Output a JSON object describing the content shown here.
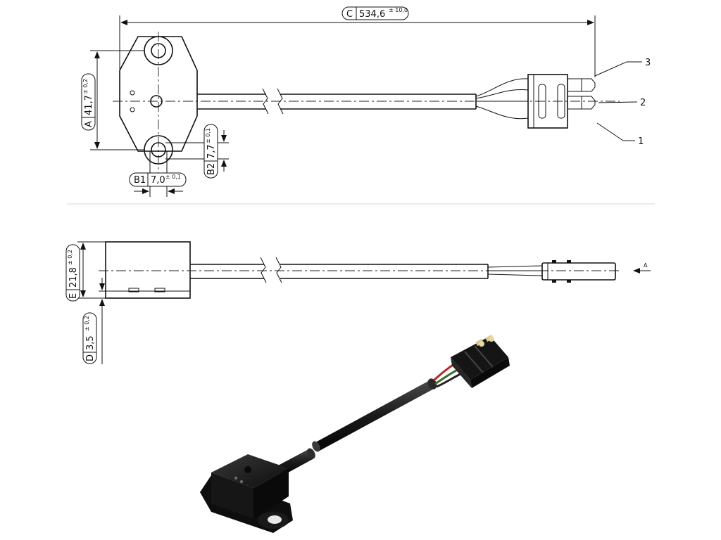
{
  "dimensions": {
    "C": {
      "letter": "C",
      "value": "534,6",
      "tol": "± 10,0"
    },
    "A": {
      "letter": "A",
      "value": "41,7",
      "tol": "± 0,2"
    },
    "B1": {
      "letter": "B1",
      "value": "7,0",
      "tol": "± 0,1"
    },
    "B2": {
      "letter": "B2",
      "value": "7,7",
      "tol": "± 0,1"
    },
    "E": {
      "letter": "E",
      "value": "21,8",
      "tol": "± 0,2"
    },
    "D": {
      "letter": "D",
      "value": "3,5",
      "tol": "± 0,2"
    }
  },
  "callouts": [
    "1",
    "2",
    "3"
  ],
  "view_arrow": "A",
  "colors": {
    "line": "#111111",
    "body3d": "#1c1c1c",
    "wire_red": "#b22a2a",
    "wire_green": "#3f6b2e"
  }
}
